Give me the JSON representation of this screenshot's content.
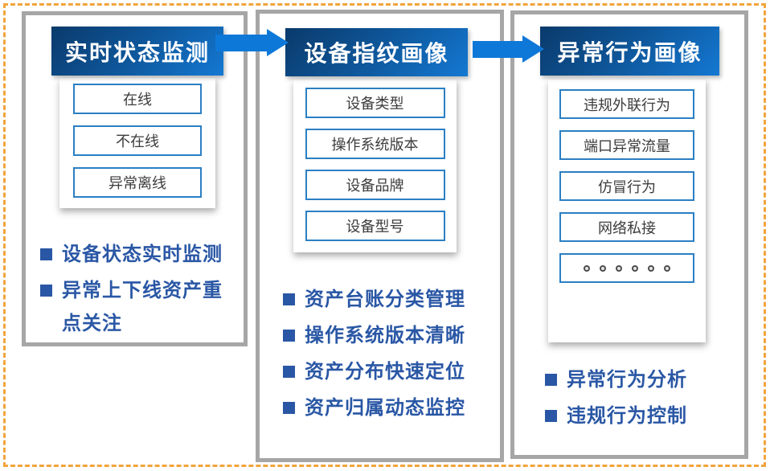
{
  "diagram": {
    "columns": [
      {
        "title": "实时状态监测",
        "items": [
          "在线",
          "不在线",
          "异常离线"
        ],
        "bullets": [
          "设备状态实时监测",
          "异常上下线资产重点关注"
        ]
      },
      {
        "title": "设备指纹画像",
        "items": [
          "设备类型",
          "操作系统版本",
          "设备品牌",
          "设备型号"
        ],
        "bullets": [
          "资产台账分类管理",
          "操作系统版本清晰",
          "资产分布快速定位",
          "资产归属动态监控"
        ]
      },
      {
        "title": "异常行为画像",
        "items": [
          "违规外联行为",
          "端口异常流量",
          "仿冒行为",
          "网络私接"
        ],
        "ellipsis_label": "。。。。。。",
        "bullets": [
          "异常行为分析",
          "违规行为控制"
        ]
      }
    ],
    "colors": {
      "outer_dashed_border": "#f2a43c",
      "panel_border": "#a6a6a6",
      "header_gradient_top": "#0a3a6b",
      "header_gradient_bottom": "#1478d2",
      "arrow_blue": "#0e78d8",
      "item_box_border": "#2b7fc3",
      "item_text": "#3c3c3c",
      "bullet_text": "#2a57a5"
    }
  }
}
